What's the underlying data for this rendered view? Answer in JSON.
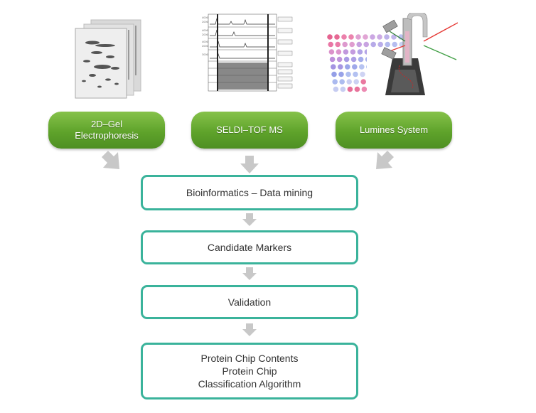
{
  "methods": [
    {
      "label": "2D–Gel\nElectrophoresis"
    },
    {
      "label": "SELDI–TOF MS"
    },
    {
      "label": "Lumines System"
    }
  ],
  "steps": [
    {
      "label": "Bioinformatics – Data mining"
    },
    {
      "label": "Candidate Markers"
    },
    {
      "label": "Validation"
    },
    {
      "label": "Protein Chip Contents\nProtein Chip\nClassification Algorithm"
    }
  ],
  "colors": {
    "pill_green": "#5fa32b",
    "box_border": "#3ab39b",
    "arrow_gray": "#c8c8c8"
  },
  "images": {
    "gel": "gel-image",
    "spectra": "mass-spectra-image",
    "luminex": "luminex-plate-image"
  }
}
